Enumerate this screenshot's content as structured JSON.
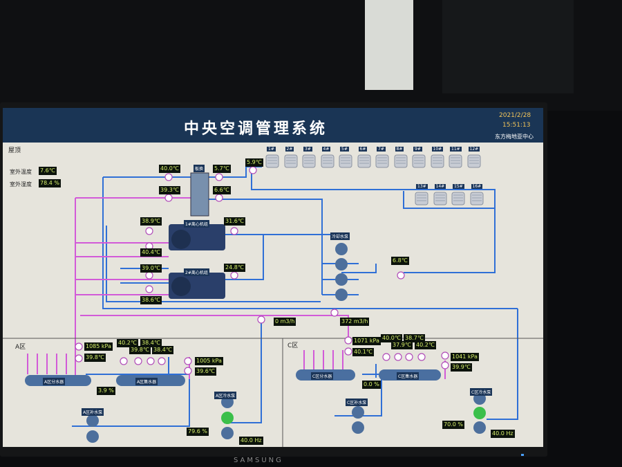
{
  "header": {
    "title": "中央空调管理系统",
    "date": "2021/2/28",
    "time": "15:51:13",
    "company": "东方梅地亚中心"
  },
  "roof": {
    "label": "屋顶",
    "outdoor_temp_label": "室外温度",
    "outdoor_temp": "7.6℃",
    "outdoor_humidity_label": "室外湿度",
    "outdoor_humidity": "78.4 %"
  },
  "plate_hx": {
    "label": "板换",
    "t1": "40.0℃",
    "t2": "5.7℃",
    "t3": "39.3℃",
    "t4": "6.6℃"
  },
  "tower_supply_temp": "5.9℃",
  "towers_row1": [
    "1#",
    "2#",
    "3#",
    "4#",
    "5#",
    "6#",
    "7#",
    "8#",
    "9#",
    "10#",
    "11#",
    "12#"
  ],
  "towers_row2": [
    "13#",
    "14#",
    "15#",
    "16#"
  ],
  "heat_pump_1": {
    "label": "1#离心机组",
    "t_in": "38.9℃",
    "t_out": "31.6℃",
    "t_low": "40.4℃"
  },
  "heat_pump_2": {
    "label": "2#离心机组",
    "t_in": "39.0℃",
    "t_out": "24.8℃",
    "t_low": "38.6℃"
  },
  "cooling_pump_label": "冷却水泵",
  "cooling_return_temp": "6.8℃",
  "flow_1": "0 m3/h",
  "flow_2": "372 m3/h",
  "zone_a": {
    "label": "A区",
    "pressure": "1085 kPa",
    "temp": "39.8℃",
    "sensors": [
      "40.2℃",
      "39.8℃",
      "38.4℃",
      "38.4℃"
    ],
    "separator_label": "A区分水器",
    "collector_label": "A区集水器",
    "valve_pct": "3.9 %",
    "supply_pressure": "1005 kPa",
    "supply_temp": "39.6℃",
    "hot_pump_label": "A区冷水泵",
    "makeup_pump_label": "A区补水泵",
    "pump_pct": "79.6 %",
    "freq": "40.0 Hz"
  },
  "zone_c": {
    "label": "C区",
    "pressure": "1071 kPa",
    "temp": "40.1℃",
    "sensors": [
      "40.0℃",
      "37.9℃",
      "38.7℃",
      "40.2℃"
    ],
    "separator_label": "C区分水器",
    "collector_label": "C区集水器",
    "valve_pct": "0.0 %",
    "supply_pressure": "1041 kPa",
    "supply_temp": "39.9℃",
    "hot_pump_label": "C区冷水泵",
    "makeup_pump_label": "C区补水泵",
    "pump_pct": "70.0 %",
    "freq": "40.0 Hz"
  },
  "monitor_brand": "SAMSUNG",
  "colors": {
    "blue_pipe": "#2f6fd6",
    "pink_pipe": "#d25ad8",
    "header": "#1a3555",
    "display": "#d7f06a"
  }
}
